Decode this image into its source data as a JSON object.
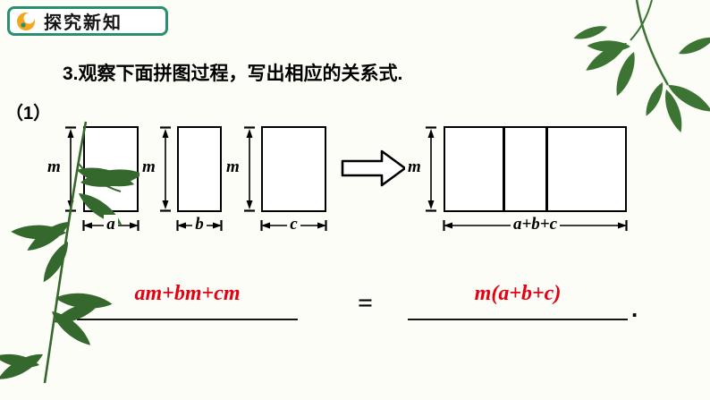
{
  "slide": {
    "header": {
      "title": "探究新知"
    },
    "instruction": "3.观察下面拼图过程，写出相应的关系式.",
    "item_number": "（1）",
    "diagram": {
      "rects": [
        {
          "height_label": "m",
          "width_label": "a"
        },
        {
          "height_label": "m",
          "width_label": "b"
        },
        {
          "height_label": "m",
          "width_label": "c"
        }
      ],
      "combined": {
        "height_label": "m",
        "width_label": "a+b+c"
      }
    },
    "equation": {
      "left_answer": "am+bm+cm",
      "equals": "=",
      "right_answer": "m(a+b+c)",
      "period": "."
    },
    "colors": {
      "header_border": "#2a8f6e",
      "answer_red": "#e60012",
      "bamboo_green": "#3c7434"
    }
  }
}
